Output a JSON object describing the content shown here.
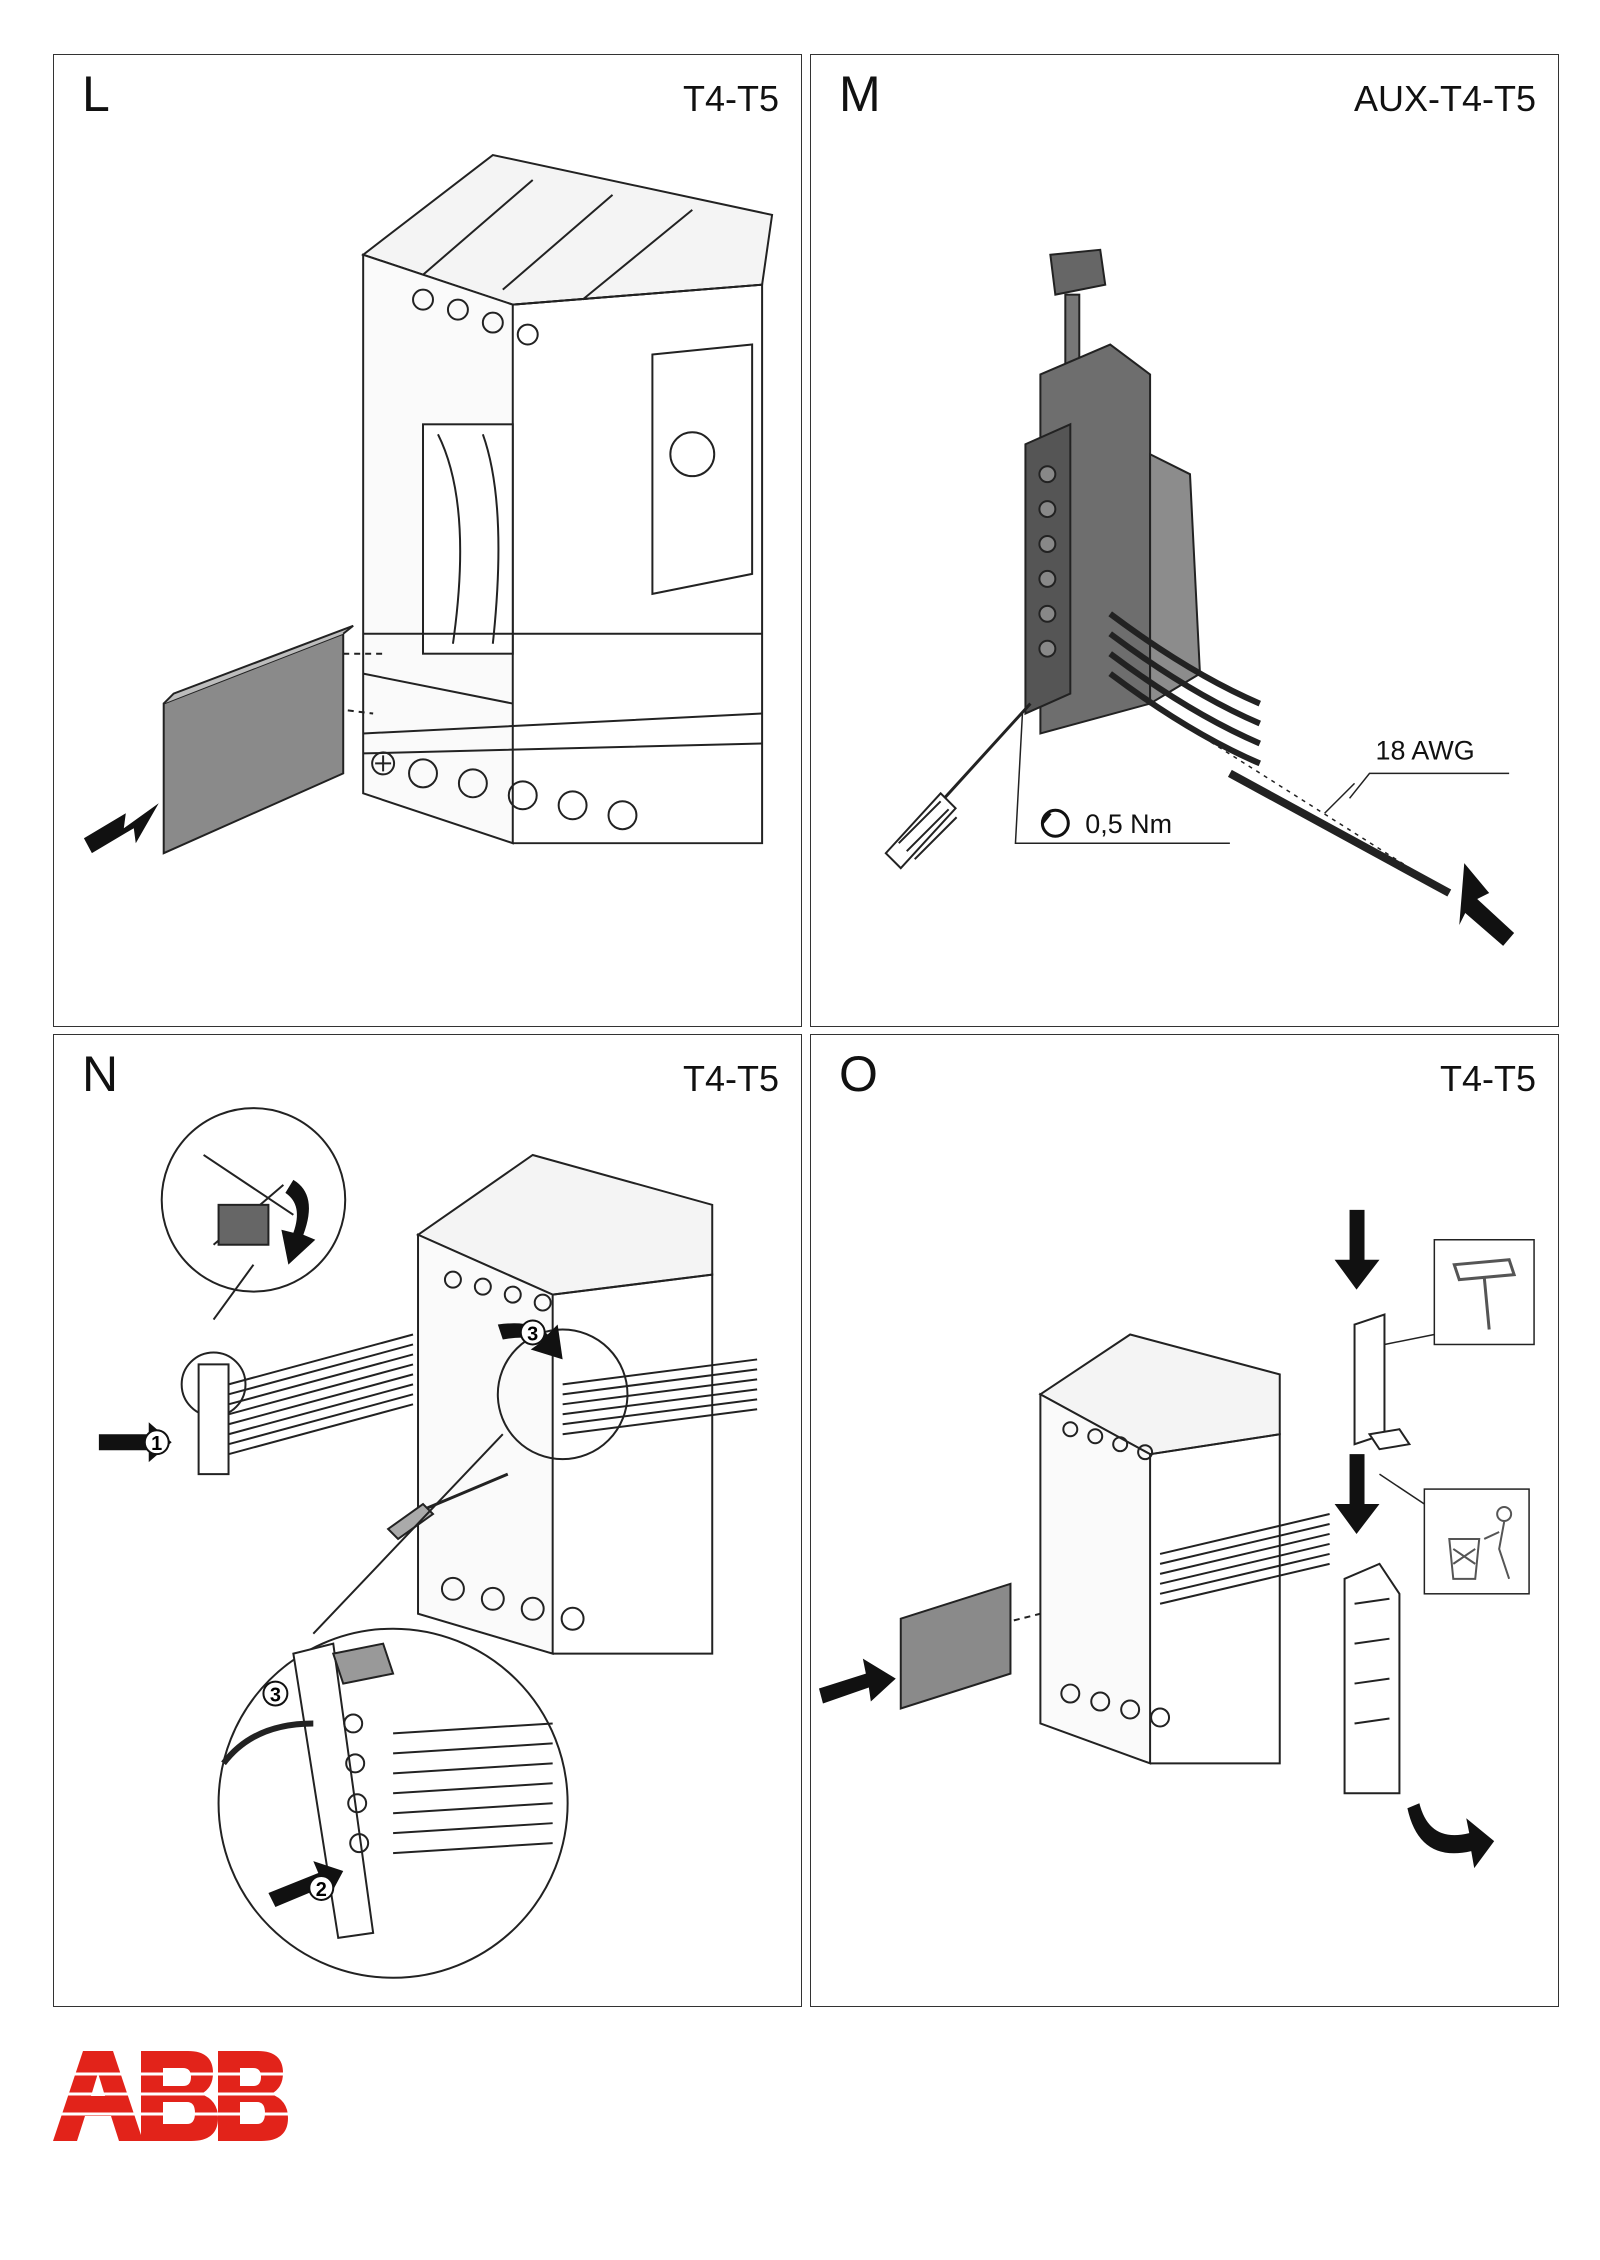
{
  "panels": {
    "l": {
      "letter": "L",
      "model": "T4-T5"
    },
    "m": {
      "letter": "M",
      "model": "AUX-T4-T5",
      "wire_gauge": "18 AWG",
      "torque": "0,5 Nm"
    },
    "n": {
      "letter": "N",
      "model": "T4-T5",
      "step1": "1",
      "step2": "2",
      "step3": "3"
    },
    "o": {
      "letter": "O",
      "model": "T4-T5"
    }
  },
  "brand": {
    "name": "ABB",
    "color": "#e2231a"
  },
  "icons": [
    "hammer-icon",
    "recycle-bin-icon",
    "arrow-icon",
    "torque-icon"
  ]
}
